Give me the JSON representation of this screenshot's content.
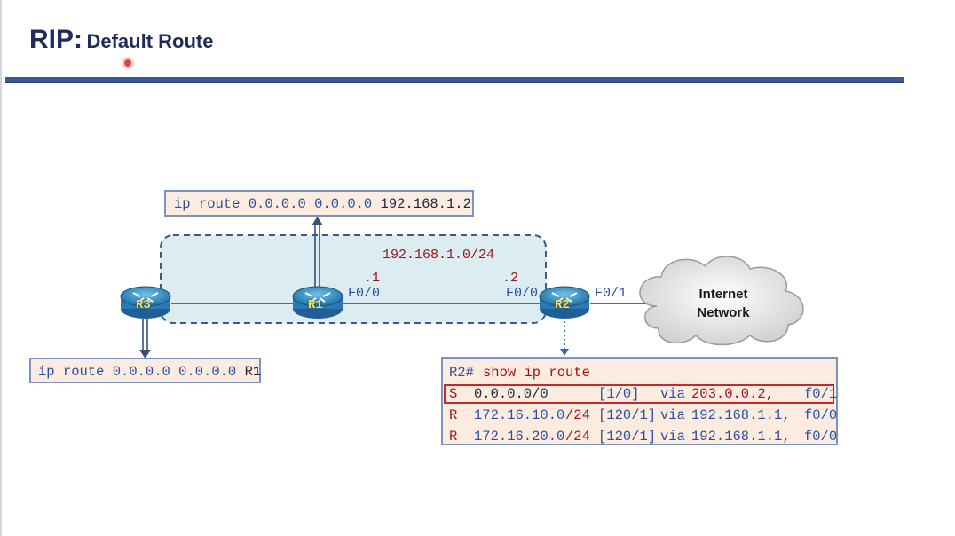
{
  "title": {
    "main": "RIP:",
    "sub": "Default Route"
  },
  "r1_command": {
    "prefix": "ip route 0.0.0.0 0.0.0.0",
    "next_hop": "192.168.1.2"
  },
  "r3_command": {
    "prefix": "ip route 0.0.0.0 0.0.0.0",
    "next_hop": "R1"
  },
  "network": "192.168.1.0/24",
  "routers": {
    "r1": "R1",
    "r2": "R2",
    "r3": "R3"
  },
  "interfaces": {
    "r1_host": ".1",
    "r1_port": "F0/0",
    "r2_host": ".2",
    "r2_port_left": "F0/0",
    "r2_port_right": "F0/1"
  },
  "cloud": {
    "line1": "Internet",
    "line2": "Network"
  },
  "routing_table": {
    "prompt": "R2#",
    "command": "show ip route",
    "rows": [
      {
        "code": "S",
        "prefix": "0.0.0.0/0",
        "prefix_len": "",
        "metric": "[1/0]",
        "via": "via",
        "next_hop": "203.0.0.2,",
        "iface": "f0/1"
      },
      {
        "code": "R",
        "prefix": "172.16.10.0",
        "prefix_len": "/24",
        "metric": "[120/1]",
        "via": "via",
        "next_hop": "192.168.1.1,",
        "iface": "f0/0"
      },
      {
        "code": "R",
        "prefix": "172.16.20.0",
        "prefix_len": "/24",
        "metric": "[120/1]",
        "via": "via",
        "next_hop": "192.168.1.1,",
        "iface": "f0/0"
      }
    ]
  },
  "colors": {
    "title": "#1f2d5c",
    "accent_rule": "#3a5893",
    "cmd_text": "#2b4f9e",
    "highlight": "#c42a2a",
    "label_red": "#a01515",
    "box_fill": "#fcecdf",
    "network_fill": "#dcedf2"
  }
}
